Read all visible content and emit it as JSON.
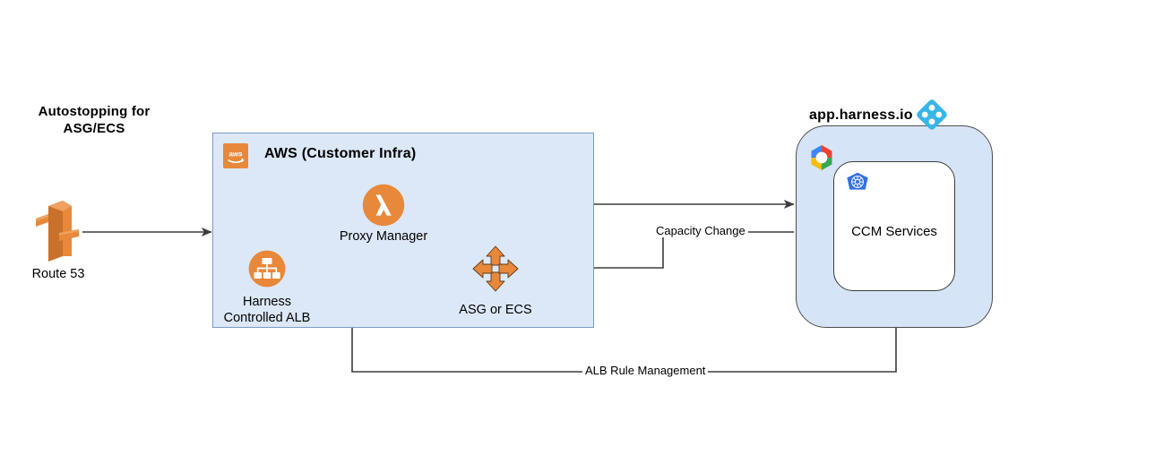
{
  "diagram": {
    "heading_line1": "Autostopping for",
    "heading_line2": "ASG/ECS"
  },
  "aws_group": {
    "title": "AWS (Customer Infra)",
    "logo_icon": "aws-icon",
    "nodes": [
      {
        "id": "proxy-manager",
        "label": "Proxy Manager",
        "icon": "aws-lambda-icon"
      },
      {
        "id": "harness-alb",
        "label_line1": "Harness",
        "label_line2": "Controlled ALB",
        "icon": "aws-load-balancer-icon"
      },
      {
        "id": "asg-ecs",
        "label": "ASG or ECS",
        "icon": "aws-auto-scaling-icon"
      }
    ]
  },
  "external": {
    "route53": {
      "label": "Route 53",
      "icon": "aws-route53-icon"
    }
  },
  "harness_group": {
    "title": "app.harness.io",
    "logo_icon": "harness-icon",
    "cloud_icon": "google-cloud-icon",
    "inner": {
      "label": "CCM Services",
      "icon": "kubernetes-icon"
    }
  },
  "edges": [
    {
      "id": "capacity-change",
      "label": "Capacity Change"
    },
    {
      "id": "alb-rule-management",
      "label": "ALB Rule Management"
    }
  ],
  "colors": {
    "aws_orange": "#E8883A",
    "aws_box_fill": "#DCE8F7",
    "aws_box_stroke": "#7A9BC4",
    "harness_blue": "#36B5E8",
    "harness_box_fill": "#D6E4F7",
    "k8s_blue": "#3470E4",
    "line": "#3B3B3B"
  }
}
